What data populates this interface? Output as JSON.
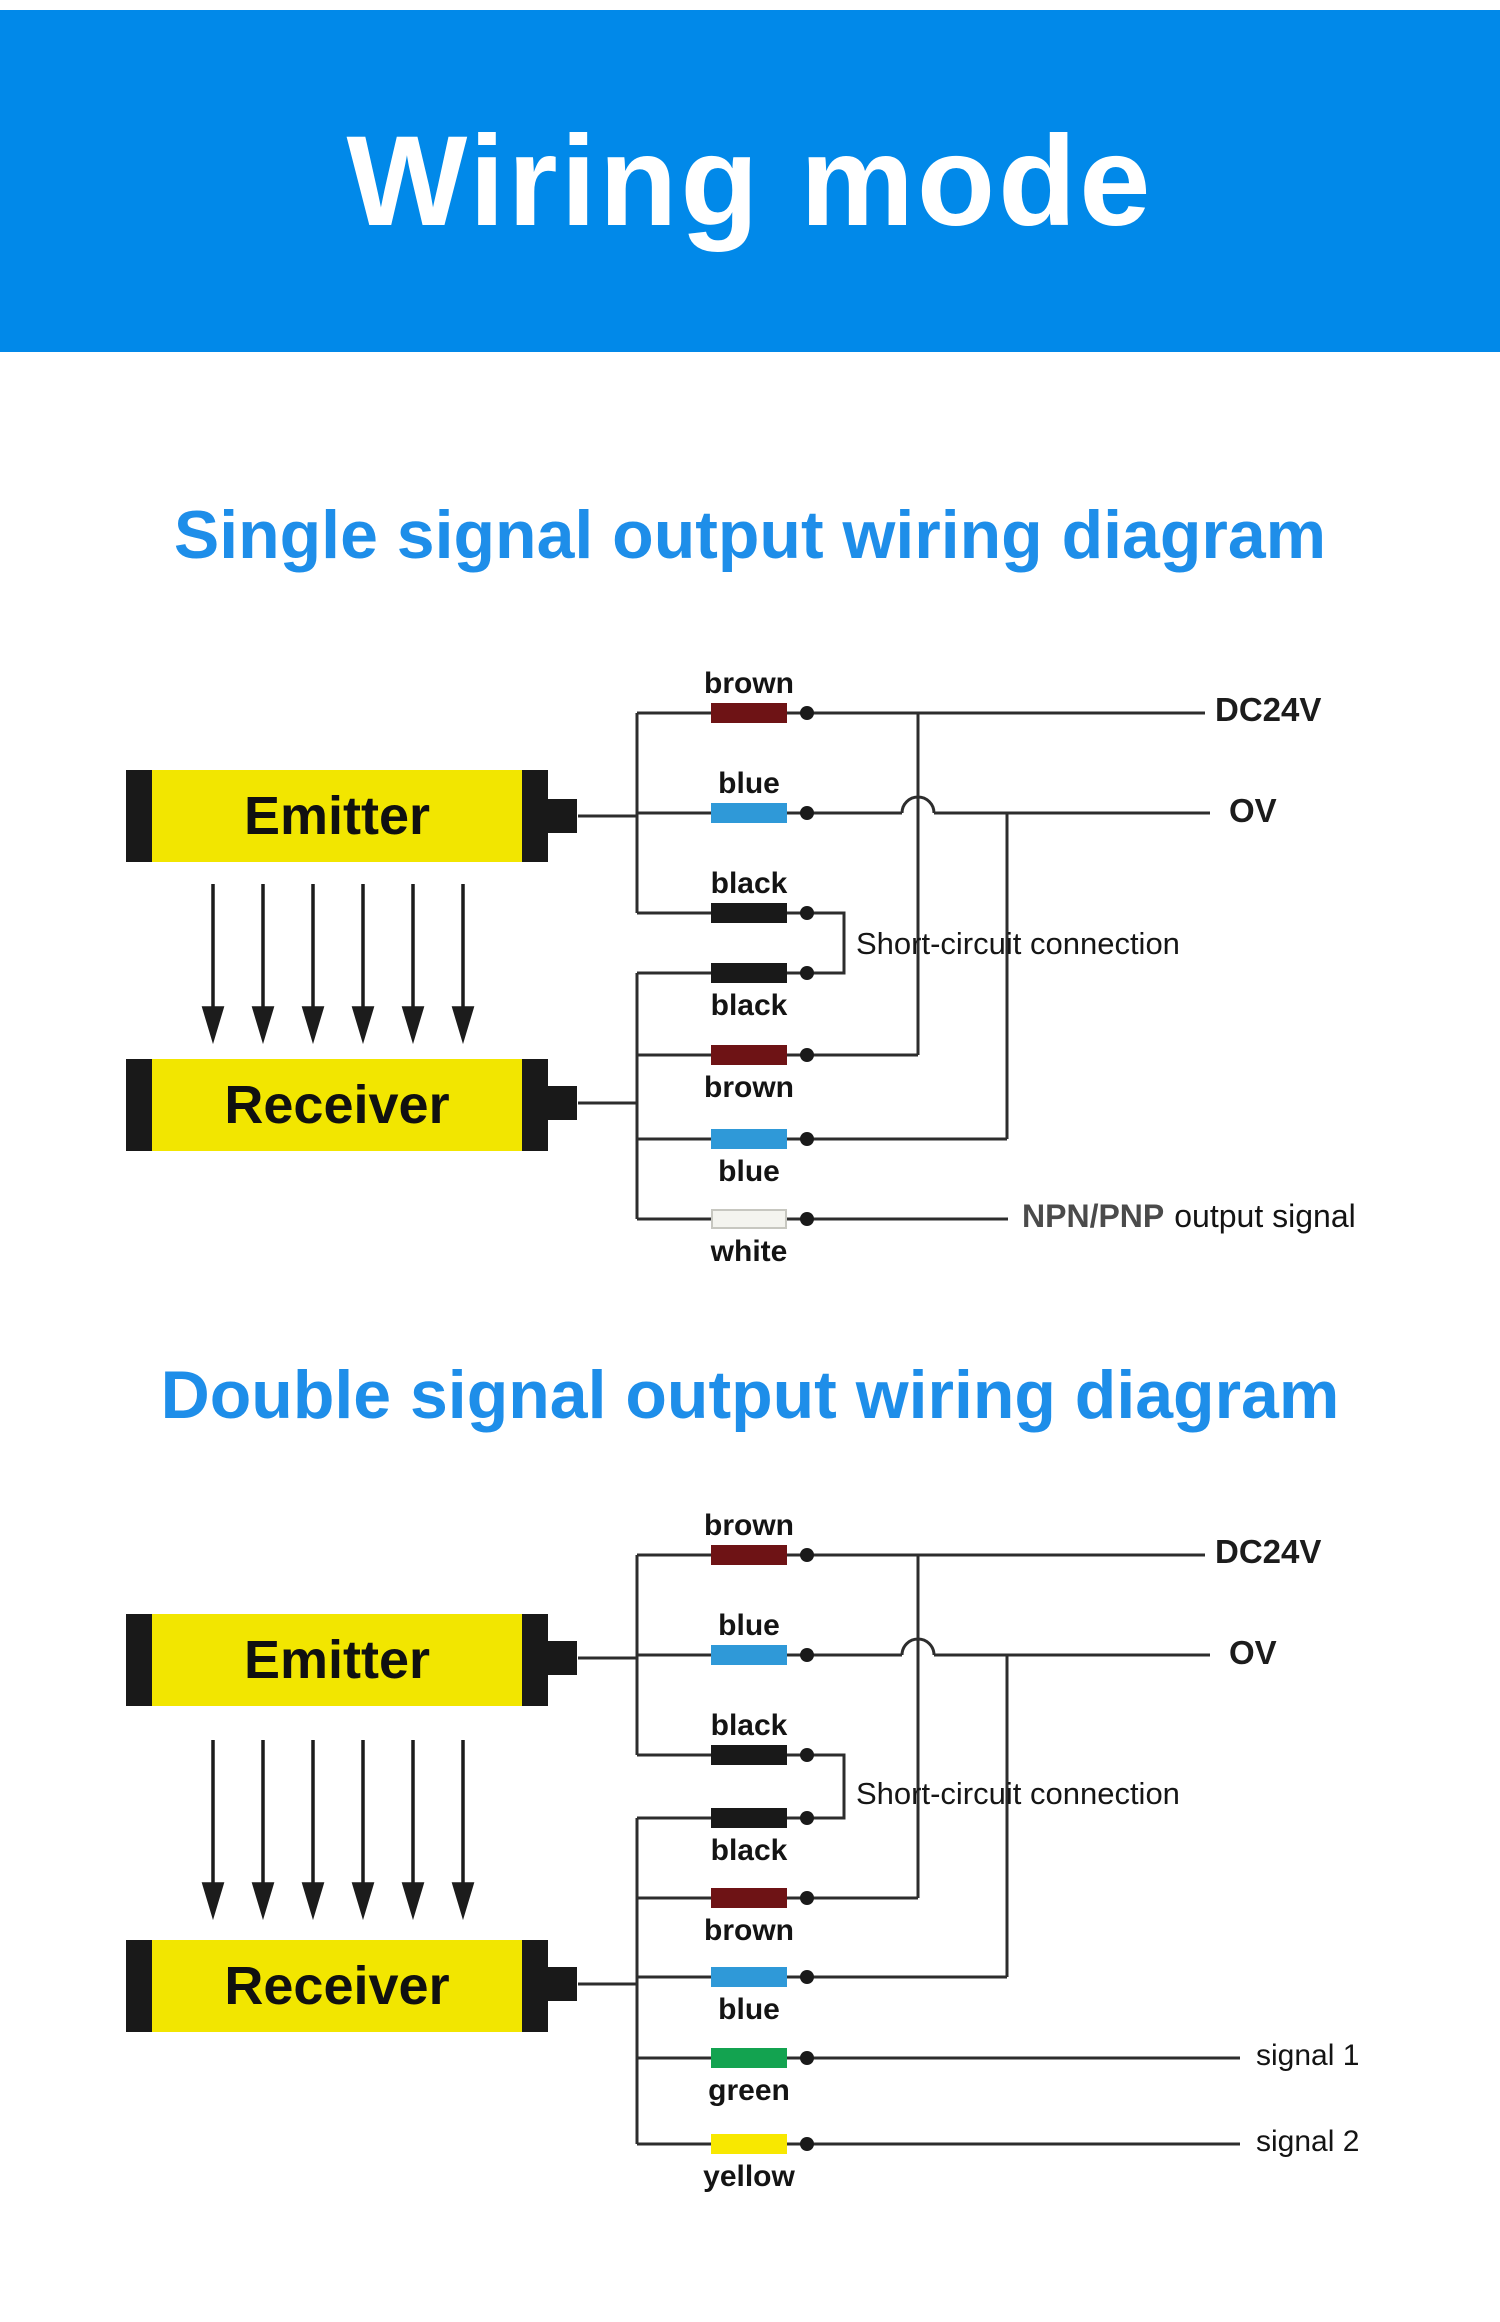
{
  "banner": {
    "title": "Wiring mode"
  },
  "colors": {
    "banner_bg": "#0189e9",
    "heading_blue": "#1e8ee9",
    "wire_brown": "#6e1315",
    "wire_blue": "#2f99d8",
    "wire_black": "#191919",
    "wire_white": "#f4f4ef",
    "wire_green": "#13a350",
    "wire_yellow": "#f8e800",
    "device_body": "#f2e600",
    "device_cap": "#191919"
  },
  "diagram1": {
    "heading": "Single signal output wiring diagram",
    "emitter": "Emitter",
    "receiver": "Receiver",
    "wires": {
      "e_brown": "brown",
      "e_blue": "blue",
      "e_black": "black",
      "r_black": "black",
      "r_brown": "brown",
      "r_blue": "blue",
      "r_white": "white"
    },
    "labels": {
      "power": "DC24V",
      "zero": "OV",
      "short": "Short-circuit connection",
      "npn": "NPN/PNP",
      "output": "output signal"
    }
  },
  "diagram2": {
    "heading": "Double signal output wiring diagram",
    "emitter": "Emitter",
    "receiver": "Receiver",
    "wires": {
      "e_brown": "brown",
      "e_blue": "blue",
      "e_black": "black",
      "r_black": "black",
      "r_brown": "brown",
      "r_blue": "blue",
      "r_green": "green",
      "r_yellow": "yellow"
    },
    "labels": {
      "power": "DC24V",
      "zero": "OV",
      "short": "Short-circuit connection",
      "signal1": "signal 1",
      "signal2": "signal 2"
    }
  }
}
